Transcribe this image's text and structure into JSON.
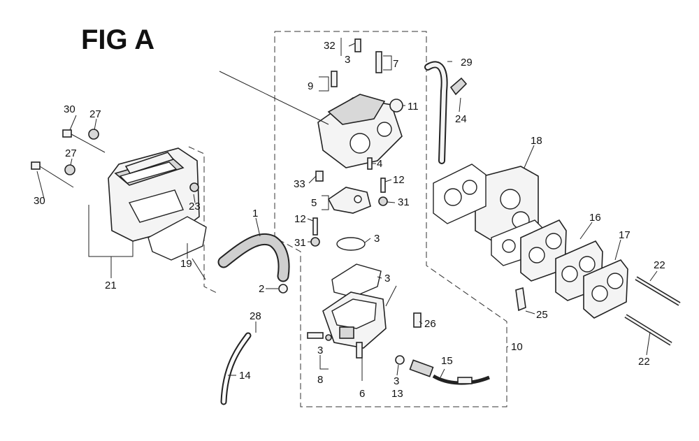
{
  "figure": {
    "title": "FIG A"
  },
  "callouts": {
    "c1": "1",
    "c2": "2",
    "c3a": "3",
    "c3b": "3",
    "c3c": "3",
    "c3d": "3",
    "c3e": "3",
    "c4": "4",
    "c5": "5",
    "c6": "6",
    "c7": "7",
    "c8": "8",
    "c9": "9",
    "c10": "10",
    "c11": "11",
    "c12a": "12",
    "c12b": "12",
    "c13": "13",
    "c14": "14",
    "c15": "15",
    "c16": "16",
    "c17": "17",
    "c18": "18",
    "c19": "19",
    "c21": "21",
    "c22a": "22",
    "c22b": "22",
    "c23": "23",
    "c24": "24",
    "c25": "25",
    "c26": "26",
    "c27a": "27",
    "c27b": "27",
    "c28": "28",
    "c29": "29",
    "c30a": "30",
    "c30b": "30",
    "c31a": "31",
    "c31b": "31",
    "c32": "32",
    "c33": "33"
  }
}
